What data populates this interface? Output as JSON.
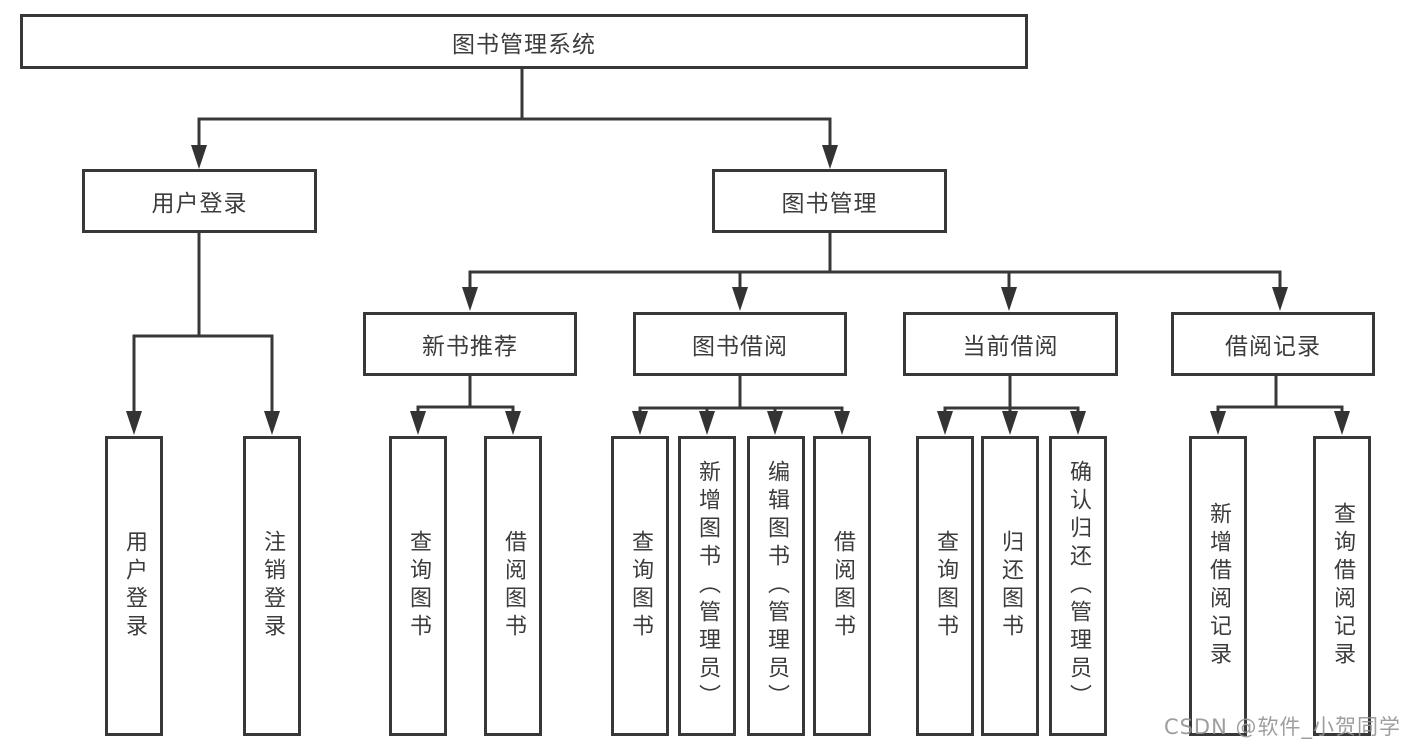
{
  "nodes": {
    "root": "图书管理系统",
    "user_login": "用户登录",
    "book_mgmt": "图书管理",
    "new_book_rec": "新书推荐",
    "book_borrow": "图书借阅",
    "current_borrow": "当前借阅",
    "borrow_record": "借阅记录",
    "ul_user_login": "用户登录",
    "ul_logout": "注销登录",
    "nb_query_book": "查询图书",
    "nb_borrow_book": "借阅图书",
    "bb_query_book": "查询图书",
    "bb_add_book": "新增图书（管理员）",
    "bb_edit_book": "编辑图书（管理员）",
    "bb_borrow_book": "借阅图书",
    "cb_query_book": "查询图书",
    "cb_return_book": "归还图书",
    "cb_confirm_return": "确认归还（管理员）",
    "br_add_record": "新增借阅记录",
    "br_query_record": "查询借阅记录"
  },
  "hierarchy": {
    "图书管理系统": {
      "用户登录": [
        "用户登录",
        "注销登录"
      ],
      "图书管理": {
        "新书推荐": [
          "查询图书",
          "借阅图书"
        ],
        "图书借阅": [
          "查询图书",
          "新增图书（管理员）",
          "编辑图书（管理员）",
          "借阅图书"
        ],
        "当前借阅": [
          "查询图书",
          "归还图书",
          "确认归还（管理员）"
        ],
        "借阅记录": [
          "新增借阅记录",
          "查询借阅记录"
        ]
      }
    }
  },
  "watermark": "CSDN @软件_小贺同学",
  "colors": {
    "line": "#383838",
    "text": "#3c3c3c",
    "watermark": "#949494",
    "background": "#ffffff"
  }
}
